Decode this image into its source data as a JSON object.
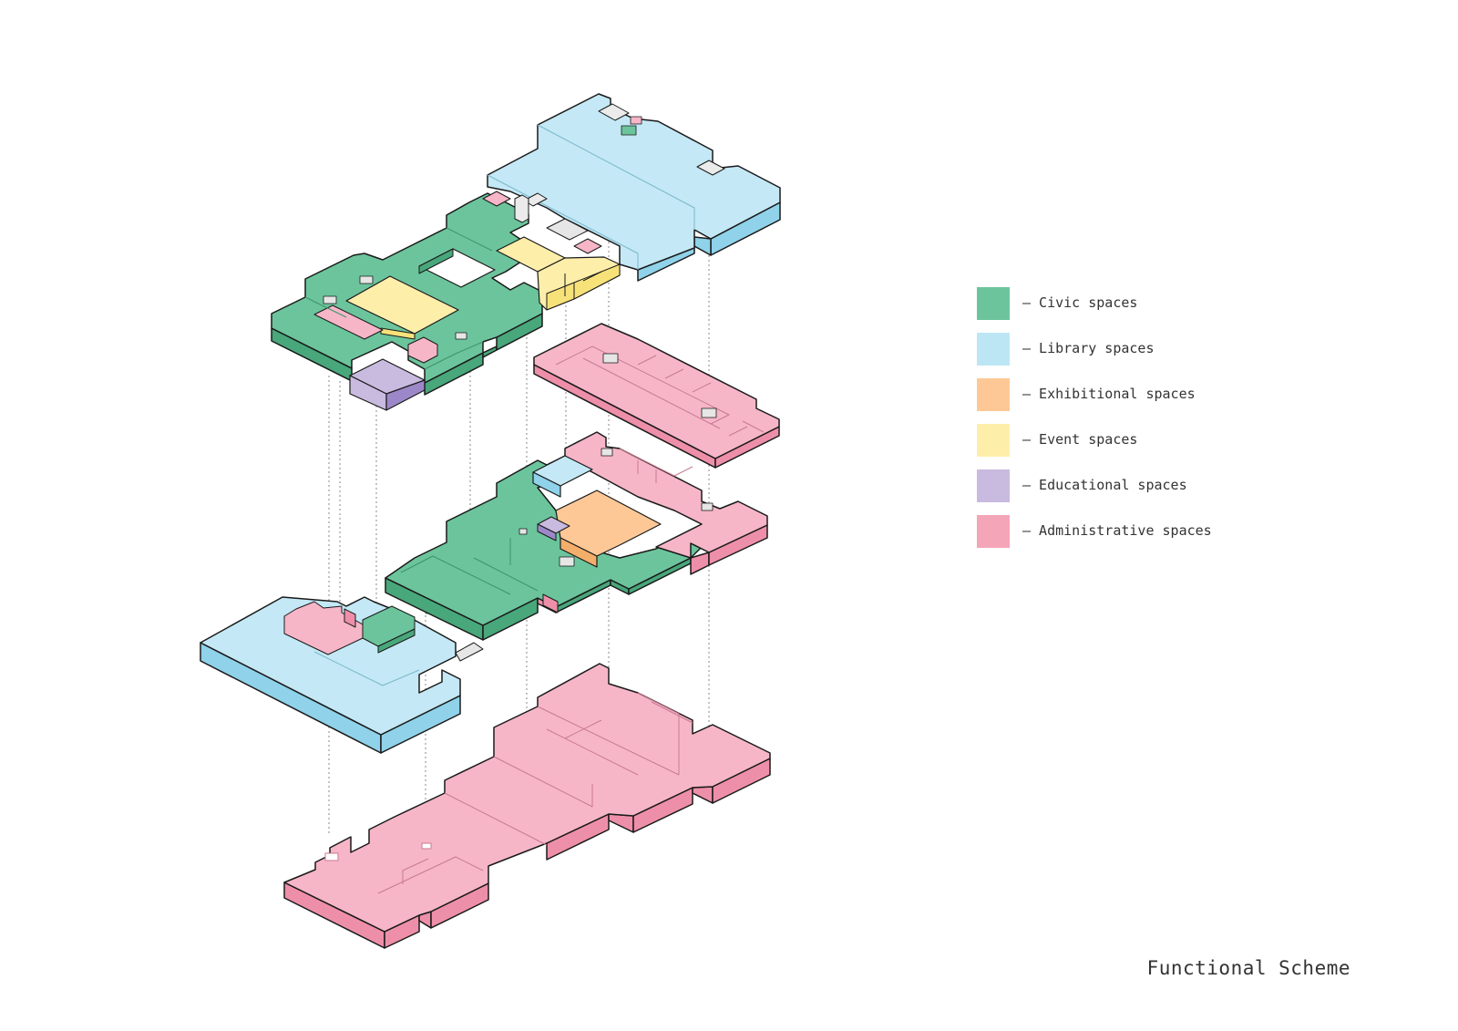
{
  "legend": {
    "items": [
      {
        "key": "civic",
        "label": "– Civic spaces",
        "color": "#6cc49c"
      },
      {
        "key": "library",
        "label": "– Library spaces",
        "color": "#bde6f4"
      },
      {
        "key": "exhibitional",
        "label": "– Exhibitional spaces",
        "color": "#fdc896"
      },
      {
        "key": "event",
        "label": "– Event spaces",
        "color": "#fdeeaa"
      },
      {
        "key": "educational",
        "label": "– Educational spaces",
        "color": "#c9badf"
      },
      {
        "key": "administrative",
        "label": "– Administrative spaces",
        "color": "#f4a5b8"
      }
    ]
  },
  "caption": "Functional Scheme",
  "floors": [
    {
      "name": "level-3-civic-library",
      "functions": [
        "civic",
        "library",
        "event",
        "educational",
        "administrative"
      ]
    },
    {
      "name": "level-2-admin-wing",
      "functions": [
        "administrative"
      ]
    },
    {
      "name": "level-1-civic-exhibition",
      "functions": [
        "civic",
        "library",
        "exhibitional",
        "educational",
        "administrative"
      ]
    },
    {
      "name": "level-0-administrative",
      "functions": [
        "administrative"
      ]
    }
  ],
  "colors": {
    "civic_top": "#6cc49c",
    "civic_side": "#48a77b",
    "library_top": "#c4e8f5",
    "library_side": "#8fd2ea",
    "exhibitional_top": "#fdc896",
    "exhibitional_side": "#f4ae6c",
    "event_top": "#fdeeaa",
    "event_side": "#f7e27a",
    "educational_top": "#c9badf",
    "educational_side": "#9c88c9",
    "administrative_top": "#f6b6c8",
    "administrative_side": "#ee8fa9",
    "outline": "#1a1a1a",
    "connector": "#888888"
  }
}
